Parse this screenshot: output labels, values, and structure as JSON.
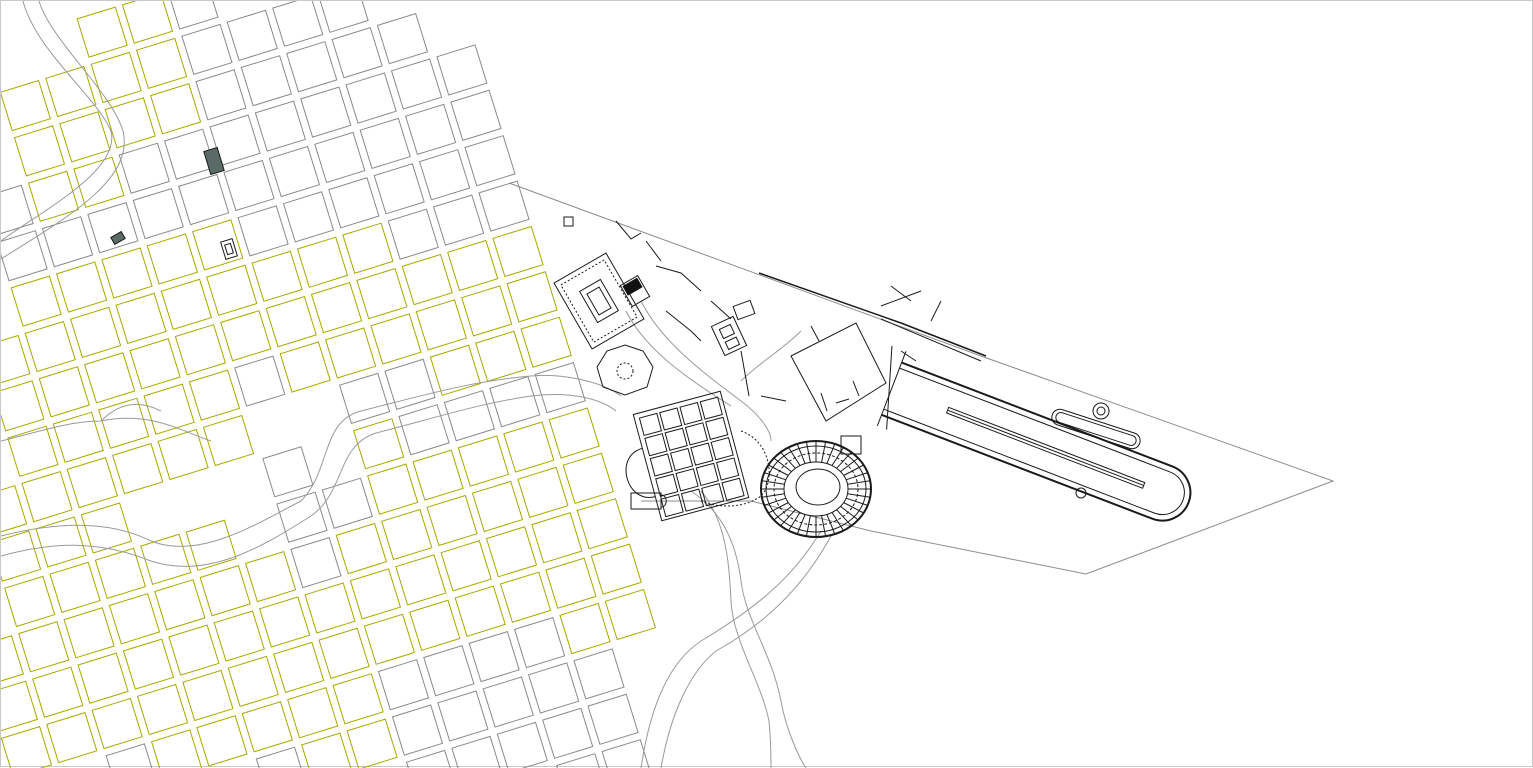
{
  "map": {
    "type": "archaeological site plan",
    "colors": {
      "background": "#ffffff",
      "street_grid": "#8a8a8a",
      "excavated_blocks": "#a8a800",
      "terrain_contours": "#9a9a9a",
      "monuments": "#1a1a1a",
      "site_boundary": "#8c8c8c",
      "building_fill": "#5a6a66"
    },
    "layers": [
      "street-grid",
      "yellow-insulae",
      "terrain-paths",
      "site-boundary",
      "monuments"
    ],
    "labels": []
  }
}
